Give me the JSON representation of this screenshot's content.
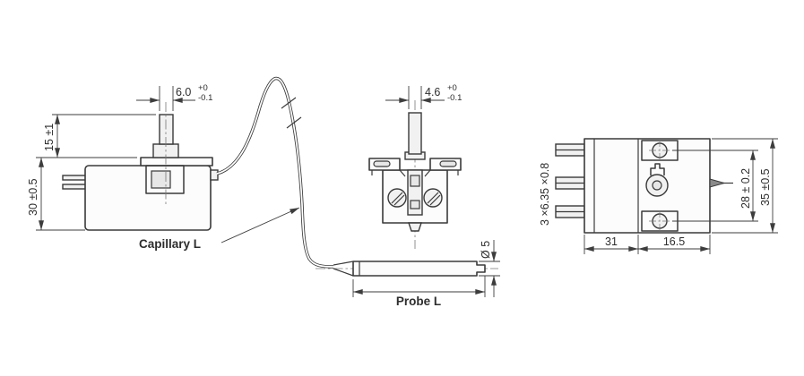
{
  "colors": {
    "line": "#3a3a3a",
    "dim": "#3d3d3d",
    "background": "#ffffff"
  },
  "labels": {
    "capillary": "Capillary L",
    "probe": "Probe L"
  },
  "front_view": {
    "stem_width": {
      "value": "6.0",
      "upper": "+0",
      "lower": "-0.1"
    },
    "stem_height": "15 ±1",
    "body_height": "30 ±0.5"
  },
  "top_view": {
    "stem_width": {
      "value": "4.6",
      "upper": "+0",
      "lower": "-0.1"
    }
  },
  "probe": {
    "diameter": "Ø 5"
  },
  "side_view": {
    "terminal_note": "3 ×6.35 ×0.8",
    "hole_spacing": "28 ± 0.2",
    "overall_height": "35 ±0.5",
    "width_left": "31",
    "width_right": "16.5"
  }
}
